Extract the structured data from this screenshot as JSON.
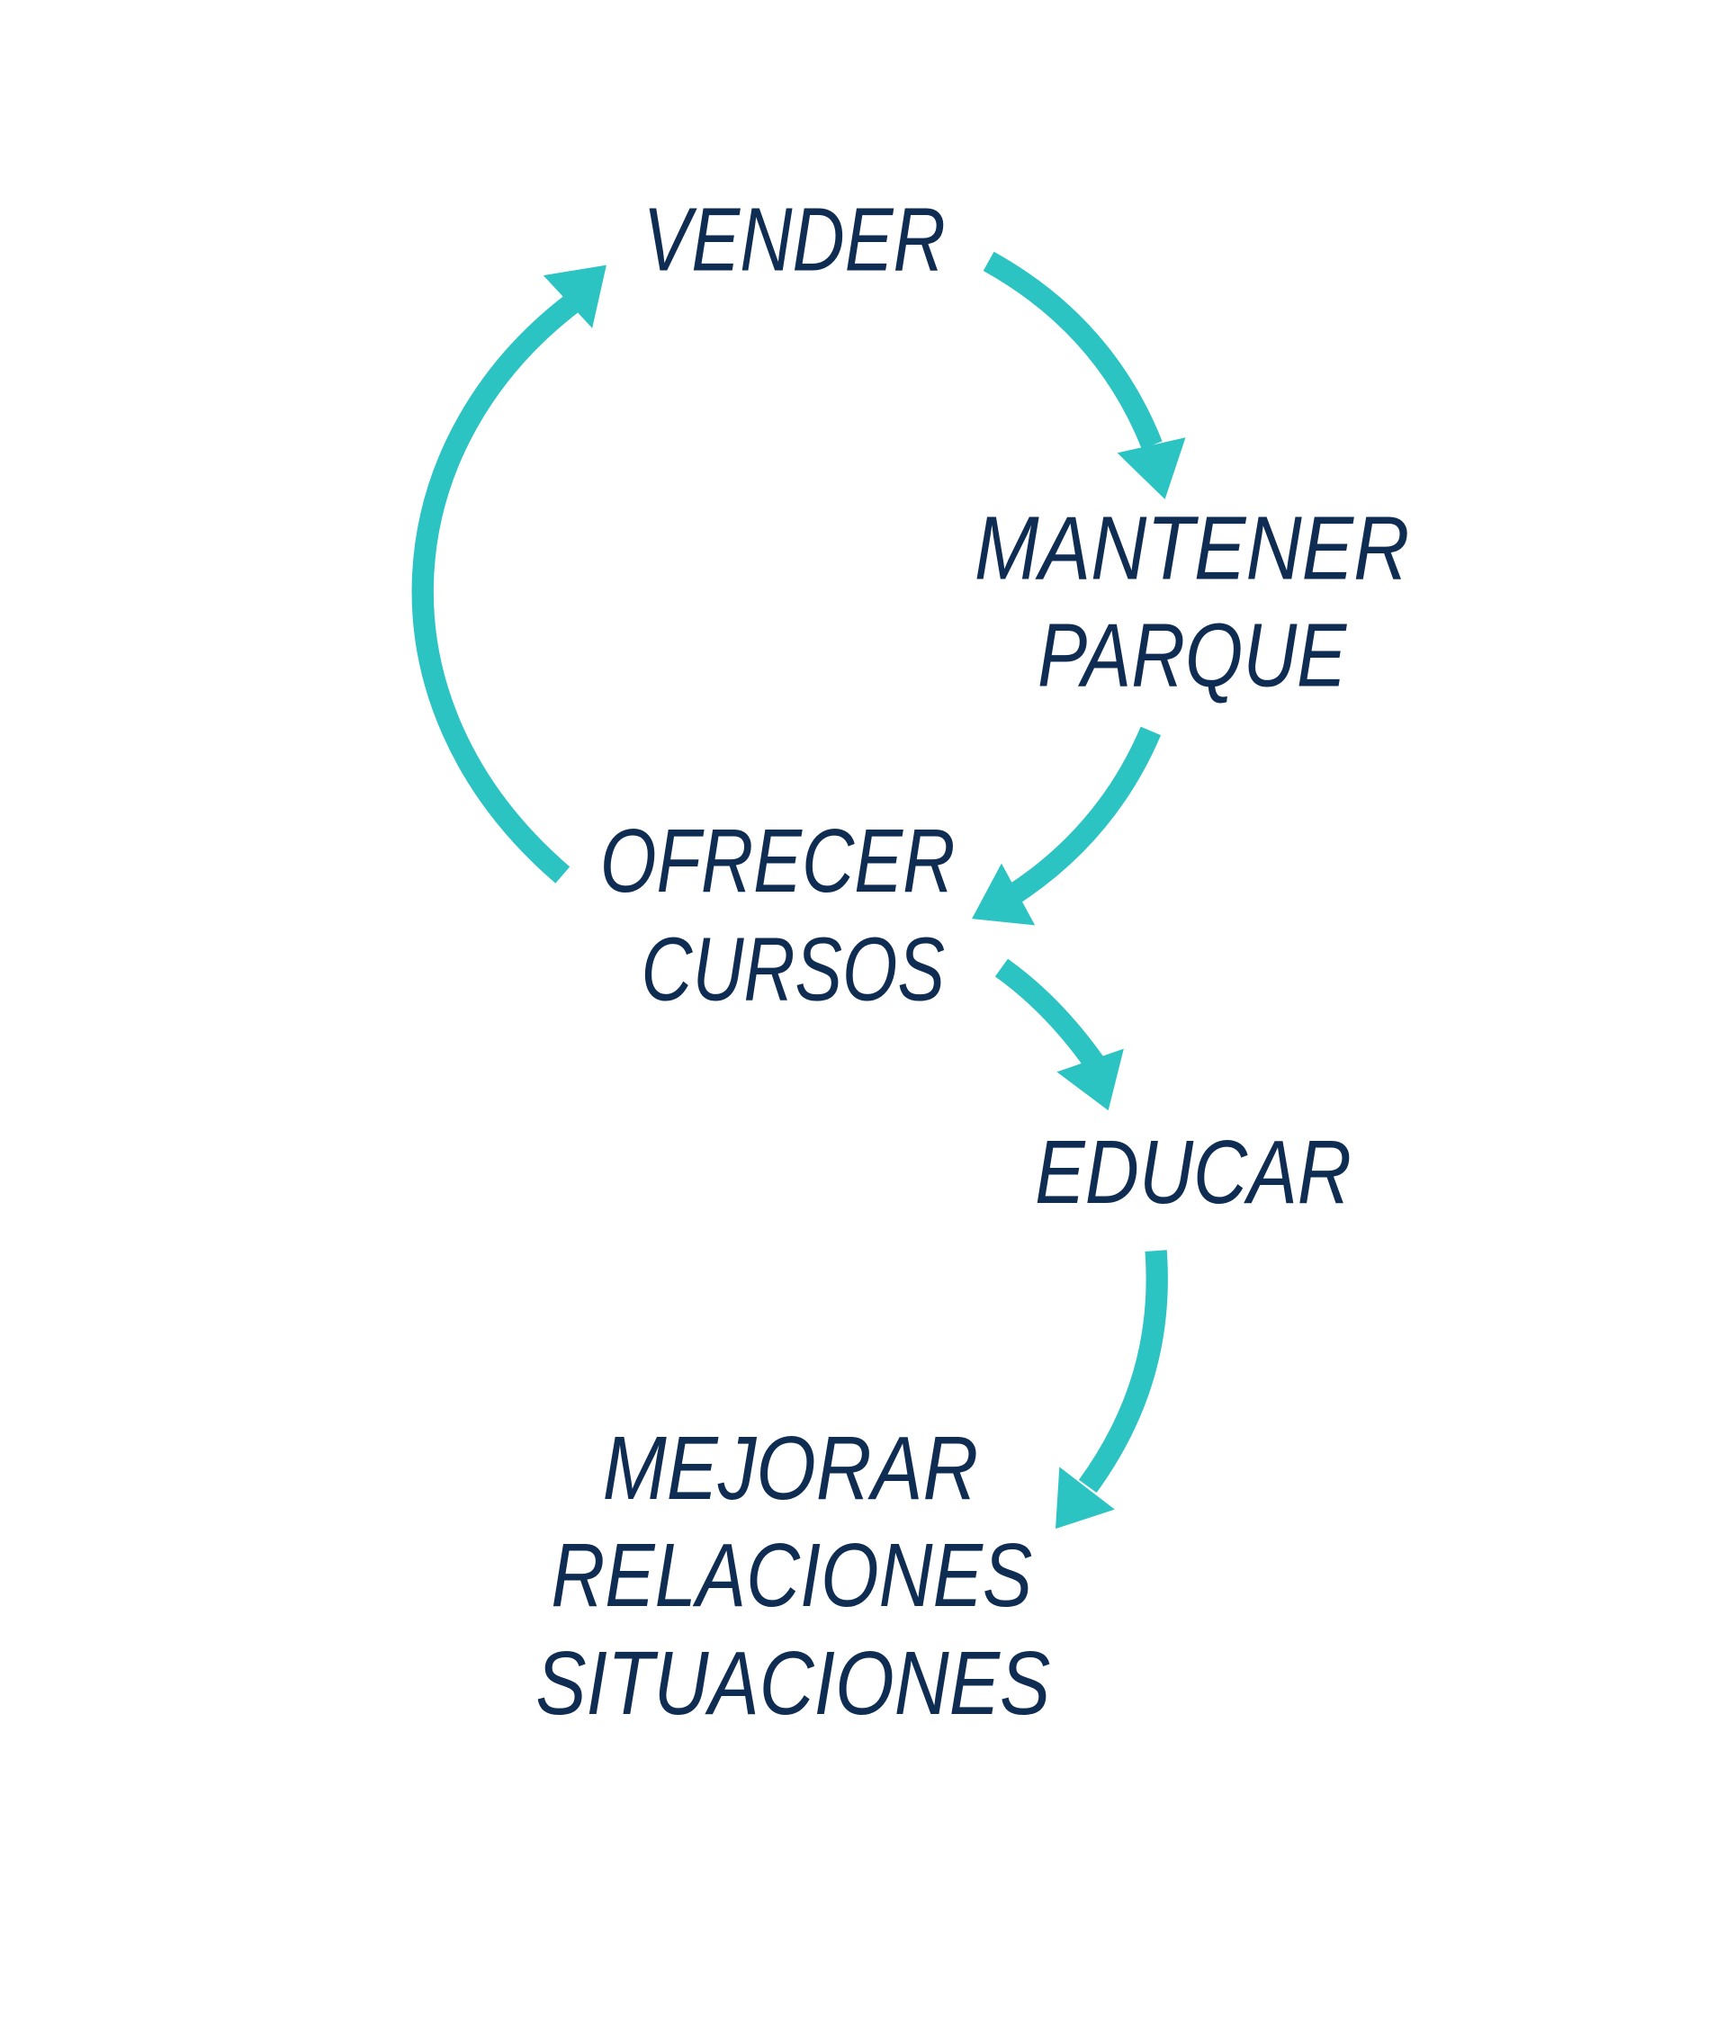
{
  "colors": {
    "text": "#0f2d52",
    "arrow": "#2cc3c3"
  },
  "nodes": {
    "vender": [
      "VENDER"
    ],
    "mantener": [
      "MANTENER",
      "PARQUE"
    ],
    "ofrecer": [
      "OFRECER",
      "CURSOS"
    ],
    "educar": [
      "EDUCAR"
    ],
    "mejorar": [
      "MEJORAR",
      "RELACIONES",
      "SITUACIONES"
    ]
  },
  "edges": [
    {
      "from": "VENDER",
      "to": "MANTENER PARQUE"
    },
    {
      "from": "MANTENER PARQUE",
      "to": "OFRECER CURSOS"
    },
    {
      "from": "OFRECER CURSOS",
      "to": "VENDER"
    },
    {
      "from": "OFRECER CURSOS",
      "to": "EDUCAR"
    },
    {
      "from": "EDUCAR",
      "to": "MEJORAR RELACIONES SITUACIONES"
    }
  ]
}
